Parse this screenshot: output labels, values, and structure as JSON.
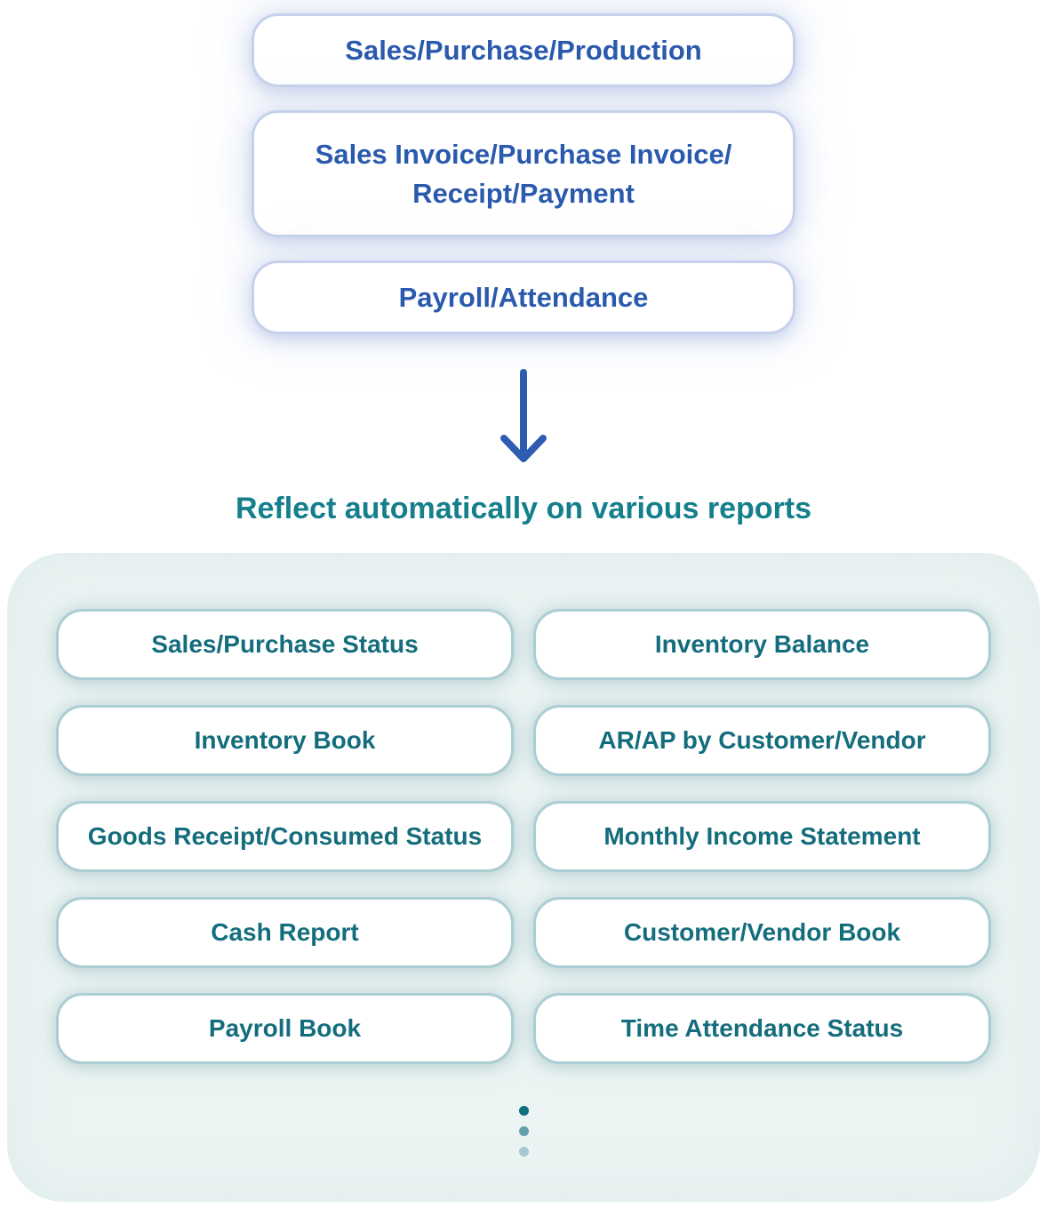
{
  "flow": {
    "boxes": [
      {
        "lines": [
          "Sales/Purchase/Production"
        ]
      },
      {
        "lines": [
          "Sales Invoice/Purchase Invoice/",
          "Receipt/Payment"
        ]
      },
      {
        "lines": [
          "Payroll/Attendance"
        ]
      }
    ]
  },
  "arrow": {
    "icon": "down-arrow"
  },
  "heading": {
    "text": "Reflect automatically on various reports"
  },
  "reports": {
    "items": [
      {
        "label": "Sales/Purchase Status"
      },
      {
        "label": "Inventory Balance"
      },
      {
        "label": "Inventory Book"
      },
      {
        "label": "AR/AP by Customer/Vendor"
      },
      {
        "label": "Goods Receipt/Consumed Status"
      },
      {
        "label": "Monthly Income Statement"
      },
      {
        "label": "Cash Report"
      },
      {
        "label": "Customer/Vendor Book"
      },
      {
        "label": "Payroll Book"
      },
      {
        "label": "Time Attendance Status"
      }
    ],
    "more_indicator": "vertical-ellipsis-dots"
  },
  "colors": {
    "flow_text_blue": "#2a5aad",
    "flow_box_border": "#c5d1ec",
    "arrow_blue": "#2e5cb0",
    "heading_teal": "#157f8c",
    "panel_background": "#ecf4f3",
    "pill_border": "#abcdd3",
    "pill_text_teal": "#146d7d",
    "dot_colors": [
      "#0e6e7e",
      "#63a0aa",
      "#a5c9ce"
    ]
  }
}
